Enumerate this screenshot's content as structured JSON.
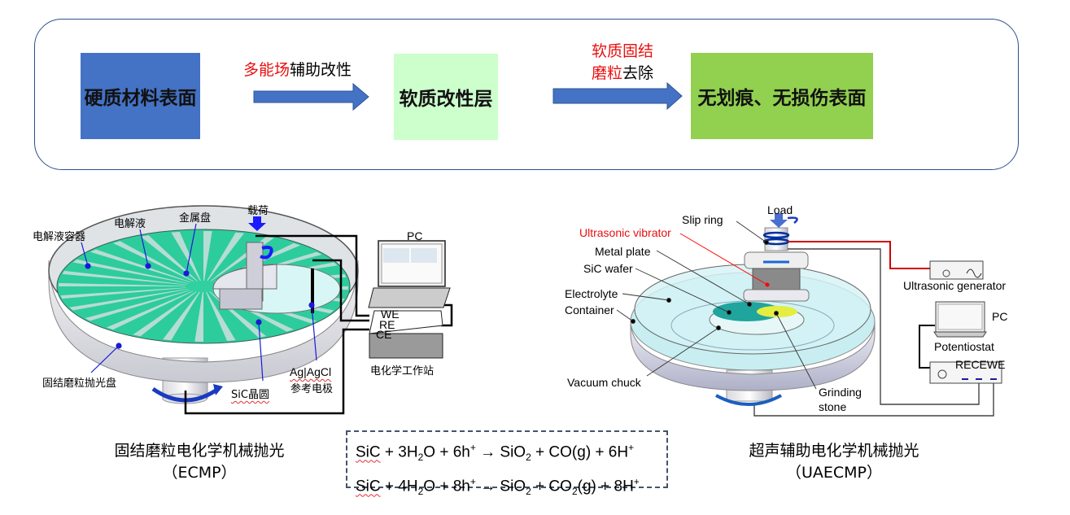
{
  "flow": {
    "step1": "硬质材料表面",
    "arrow1_red": "多能场",
    "arrow1_black": "辅助改性",
    "step2": "软质改性层",
    "arrow2_line1_red": "软质固结",
    "arrow2_line2_red": "磨粒",
    "arrow2_line2_black": "去除",
    "step3": "无划痕、无损伤表面",
    "colors": {
      "step1": "#4472c4",
      "step2": "#ccffcc",
      "step3": "#92d050",
      "arrow": "#4472c4",
      "highlight": "#e81010"
    }
  },
  "ecmp": {
    "labels": {
      "container": "电解液容器",
      "electrolyte": "电解液",
      "metal_plate": "金属盘",
      "load": "载荷",
      "pc": "PC",
      "we": "WE",
      "re": "RE",
      "ce": "CE",
      "station": "电化学工作站",
      "ref_line1": "Ag|AgCl",
      "ref_line2": "参考电极",
      "wafer": "SiC晶圆",
      "pad": "固结磨粒抛光盘"
    },
    "caption_line1": "固结磨粒电化学机械抛光",
    "caption_line2": "（ECMP）"
  },
  "equations": {
    "eq1": {
      "reactant": "SiC",
      "rest1": " + 3H",
      "sub1": "2",
      "rest2": "O + 6h",
      "sup1": "+",
      "arrow": " → SiO",
      "sub2": "2",
      "rest3": " + CO(g) + 6H",
      "sup2": "+"
    },
    "eq2": {
      "reactant": "SiC",
      "rest1": " + 4H",
      "sub1": "2",
      "rest2": "O + 8h",
      "sup1": "+",
      "arrow": " → SiO",
      "sub2": "2",
      "rest3": " + CO",
      "sub3": "2",
      "rest4": "(g) + 8H",
      "sup2": "+"
    }
  },
  "uaecmp": {
    "labels": {
      "load": "Load",
      "slip_ring": "Slip ring",
      "vibrator": "Ultrasonic vibrator",
      "metal_plate": "Metal plate",
      "wafer": "SiC wafer",
      "electrolyte": "Electrolyte",
      "container": "Container",
      "chuck": "Vacuum chuck",
      "stone_line1": "Grinding",
      "stone_line2": "stone",
      "generator": "Ultrasonic generator",
      "pc": "PC",
      "potentiostat": "Potentiostat",
      "terminals": "RECEWE"
    },
    "caption_line1": "超声辅助电化学机械抛光",
    "caption_line2": "（UAECMP）"
  }
}
